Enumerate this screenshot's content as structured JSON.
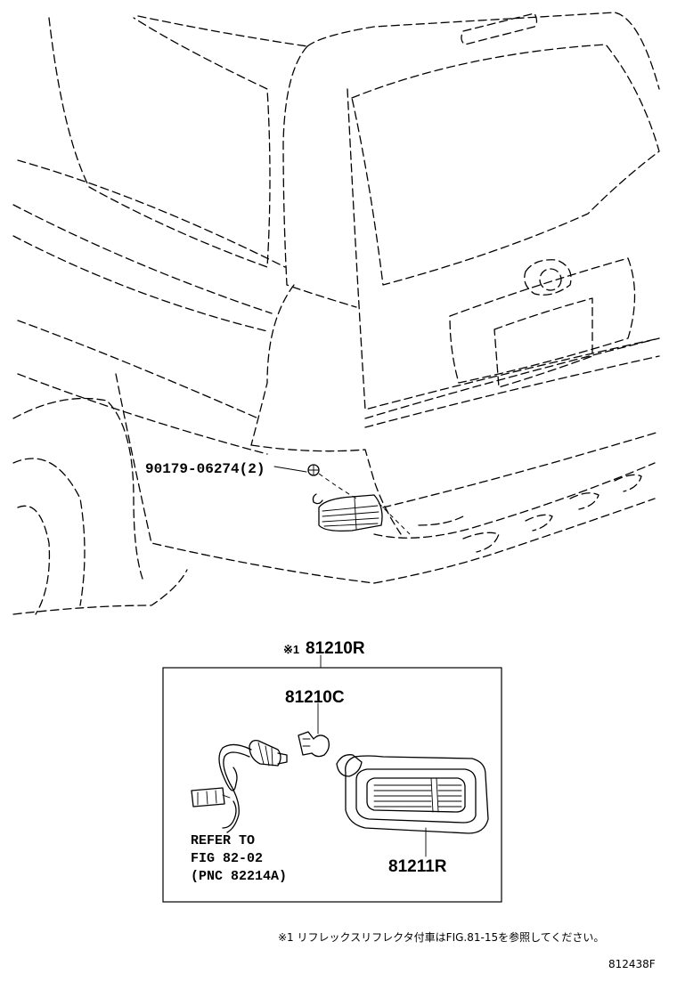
{
  "labels": {
    "retainer_part": "90179-06274(2)",
    "assembly_mark": "※1",
    "assembly_part": "81210R",
    "bulb_part": "81210C",
    "reflector_part": "81211R",
    "refer_line1": "REFER TO",
    "refer_line2": "FIG 82-02",
    "refer_line3": "(PNC 82214A)"
  },
  "footnote": "※1 リフレックスリフレクタ付車はFIG.81-15を参照してください。",
  "figure_id": "812438F"
}
